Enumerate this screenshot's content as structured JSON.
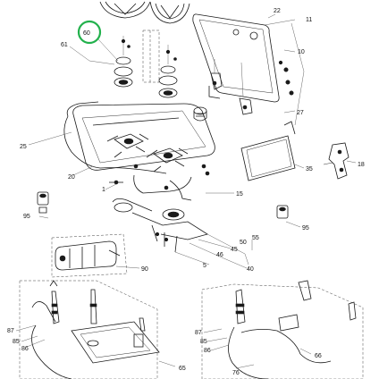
{
  "diagram": {
    "callouts": [
      {
        "id": "c22",
        "text": "22"
      },
      {
        "id": "c11",
        "text": "11"
      },
      {
        "id": "c60",
        "text": "60"
      },
      {
        "id": "c61",
        "text": "61"
      },
      {
        "id": "c10",
        "text": "10"
      },
      {
        "id": "c27",
        "text": "27"
      },
      {
        "id": "c25",
        "text": "25"
      },
      {
        "id": "c20",
        "text": "20"
      },
      {
        "id": "c35",
        "text": "35"
      },
      {
        "id": "c18",
        "text": "18"
      },
      {
        "id": "c1",
        "text": "1"
      },
      {
        "id": "c15",
        "text": "15"
      },
      {
        "id": "c95a",
        "text": "95"
      },
      {
        "id": "c95b",
        "text": "95"
      },
      {
        "id": "c46",
        "text": "46"
      },
      {
        "id": "c45",
        "text": "45"
      },
      {
        "id": "c50",
        "text": "50"
      },
      {
        "id": "c55",
        "text": "55"
      },
      {
        "id": "c90",
        "text": "90"
      },
      {
        "id": "c5",
        "text": "5"
      },
      {
        "id": "c40",
        "text": "40"
      },
      {
        "id": "c87a",
        "text": "87"
      },
      {
        "id": "c85a",
        "text": "85"
      },
      {
        "id": "c86a",
        "text": "86"
      },
      {
        "id": "c65",
        "text": "65"
      },
      {
        "id": "c87b",
        "text": "87"
      },
      {
        "id": "c85b",
        "text": "85"
      },
      {
        "id": "c86b",
        "text": "86"
      },
      {
        "id": "c76",
        "text": "76"
      },
      {
        "id": "c66",
        "text": "66"
      }
    ],
    "highlight": {
      "target": "60",
      "color": "#22b14c"
    },
    "colors": {
      "line": "#1a1a1a",
      "background": "#ffffff"
    }
  }
}
